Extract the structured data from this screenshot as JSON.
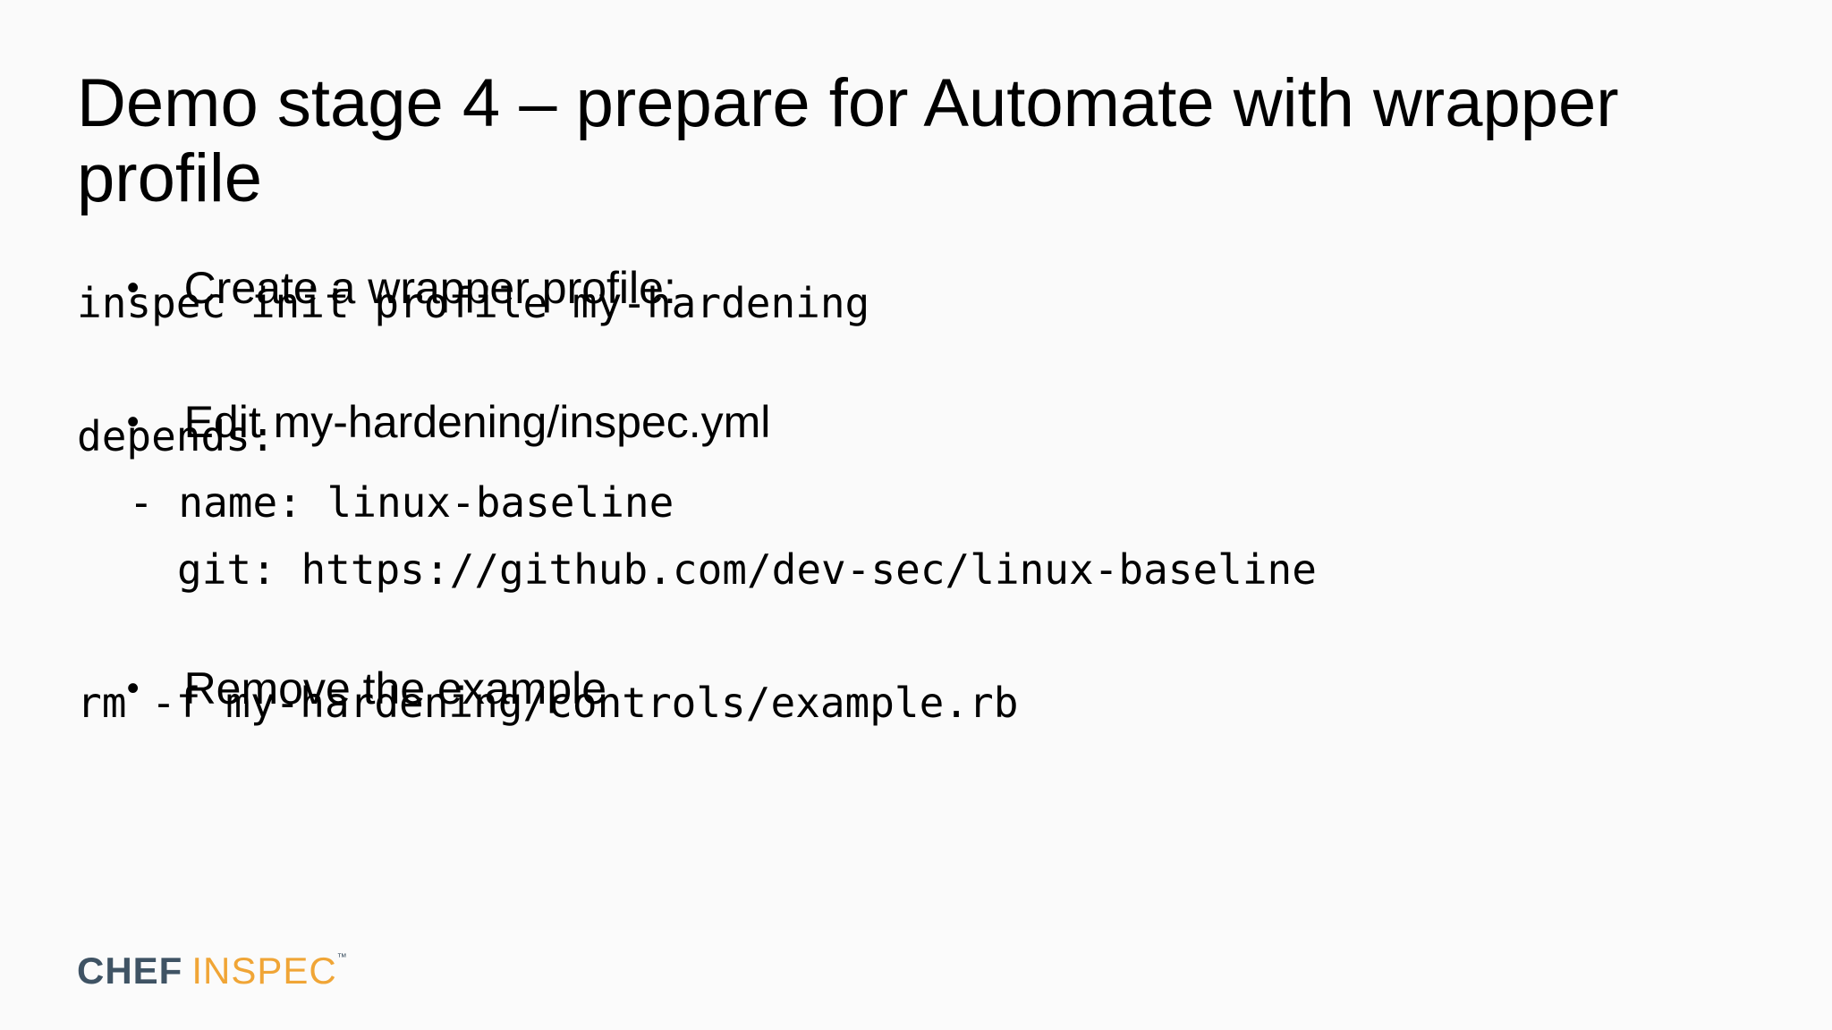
{
  "slide": {
    "title": "Demo stage 4 – prepare for Automate with wrapper profile",
    "bullet_symbol": "•",
    "lines": [
      {
        "kind": "bullet",
        "text": "Create a wrapper profile:"
      },
      {
        "kind": "code",
        "text": "inspec init profile my-hardening"
      },
      {
        "kind": "bullet",
        "text": "Edit my-hardening/inspec.yml"
      },
      {
        "kind": "code",
        "text": "depends:"
      },
      {
        "kind": "code",
        "text": "- name: linux-baseline"
      },
      {
        "kind": "code",
        "text": "git: https://github.com/dev-sec/linux-baseline"
      },
      {
        "kind": "bullet",
        "text": "Remove the example"
      },
      {
        "kind": "code",
        "text": "rm -f my-hardening/controls/example.rb"
      }
    ]
  },
  "logo": {
    "chef": "CHEF",
    "inspec": "INSPEC",
    "trademark": "™",
    "chef_color": "#3f5364",
    "inspec_color": "#f0a536"
  },
  "colors": {
    "background": "#fafafa",
    "text": "#000000"
  }
}
